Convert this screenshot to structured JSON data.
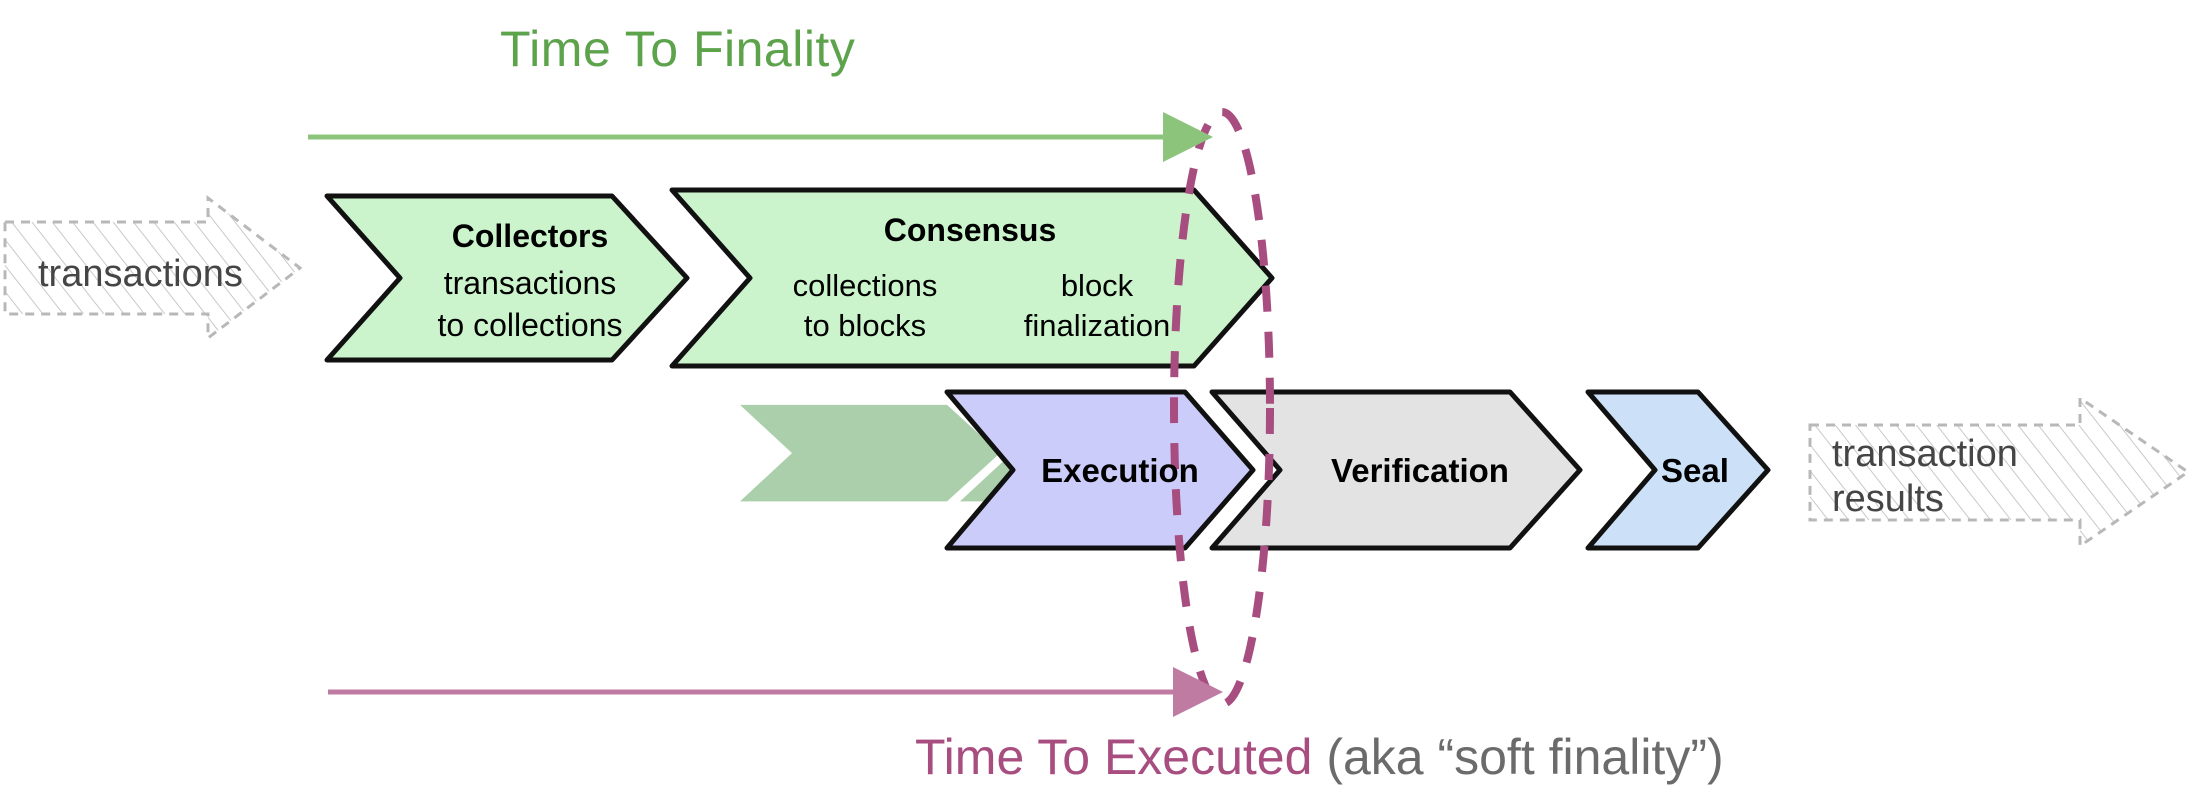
{
  "diagram": {
    "title_top": "Time To Finality",
    "title_bottom_main": "Time To Executed",
    "title_bottom_sub": " (aka “soft finality”)",
    "colors": {
      "green_accent": "#5ca34b",
      "pink_accent": "#a84d7f",
      "green_fill": "#ccf4cc",
      "green_inner_fill": "#aacfaa",
      "purple_fill": "#ccccfb",
      "gray_fill": "#e3e3e3",
      "blue_fill": "#cce1f7",
      "ghost_stroke": "#b8b8b8",
      "stroke": "#000000"
    },
    "input": {
      "label": "transactions"
    },
    "output": {
      "label_line1": "transaction",
      "label_line2": "results"
    },
    "top_row": [
      {
        "name": "collectors",
        "title": "Collectors",
        "sub_line1": "transactions",
        "sub_line2": "to collections",
        "fill": "#ccf4cc"
      },
      {
        "name": "consensus",
        "title": "Consensus",
        "fill": "#ccf4cc",
        "inner": [
          {
            "name": "collections-to-blocks",
            "line1": "collections",
            "line2": "to blocks",
            "fill": "#aacfaa"
          },
          {
            "name": "block-finalization",
            "line1": "block",
            "line2": "finalization",
            "fill": "#aacfaa"
          }
        ]
      }
    ],
    "bottom_row": [
      {
        "name": "execution",
        "title": "Execution",
        "fill": "#ccccfb"
      },
      {
        "name": "verification",
        "title": "Verification",
        "fill": "#e3e3e3"
      },
      {
        "name": "seal",
        "title": "Seal",
        "fill": "#cce1f7"
      }
    ],
    "arrows": {
      "finality_arrow_name": "time-to-finality-arrow",
      "executed_arrow_name": "time-to-executed-arrow",
      "boundary_name": "finality-boundary-ellipse"
    }
  }
}
